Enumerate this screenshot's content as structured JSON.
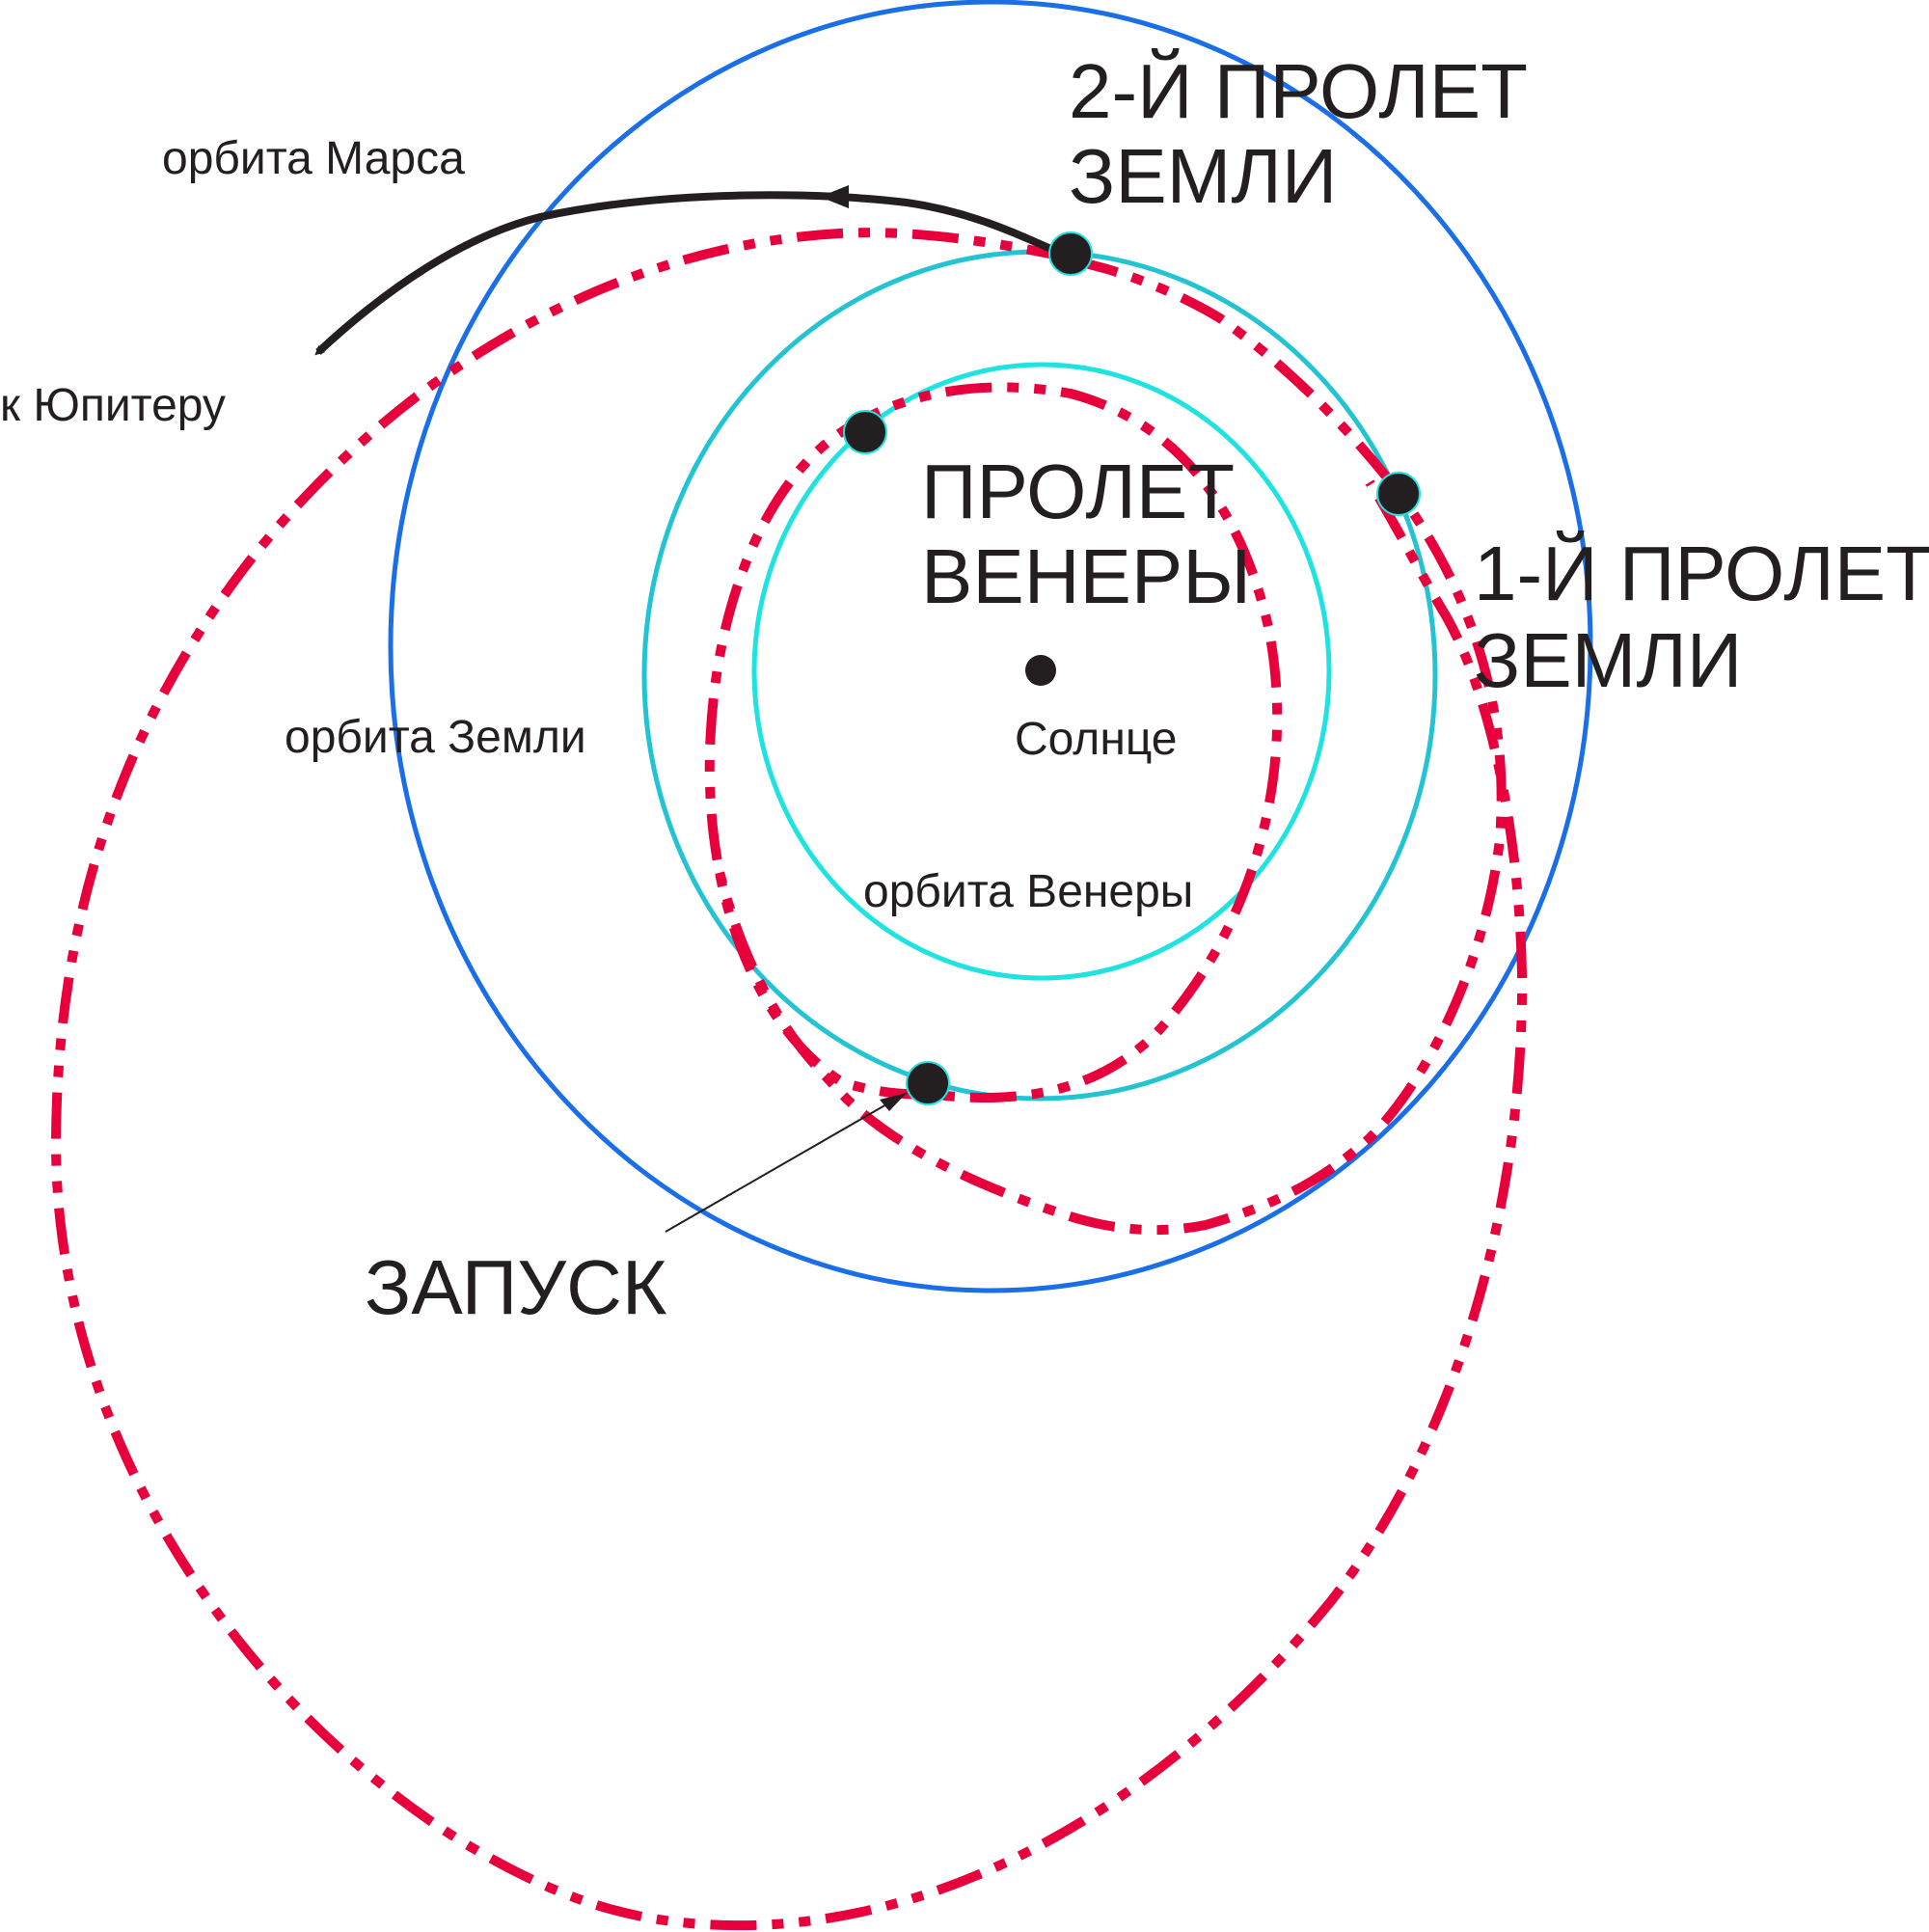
{
  "labels": {
    "mars_orbit": "орбита Марса",
    "to_jupiter": "к Юпитеру",
    "second_earth_flyby_line1": "2-Й ПРОЛЕТ",
    "second_earth_flyby_line2": "ЗЕМЛИ",
    "venus_flyby_line1": "ПРОЛЕТ",
    "venus_flyby_line2": "ВЕНЕРЫ",
    "first_earth_flyby_line1": "1-Й ПРОЛЕТ",
    "first_earth_flyby_line2": "ЗЕМЛИ",
    "earth_orbit": "орбита Земли",
    "sun": "Солнце",
    "venus_orbit": "орбита Венеры",
    "launch": "ЗАПУСК"
  },
  "colors": {
    "mars_orbit": "#1a6fe8",
    "earth_orbit": "#22c4d4",
    "venus_orbit": "#1ee3e0",
    "trajectory": "#e8003c",
    "jupiter_path": "#231f20",
    "points": "#231f20"
  }
}
